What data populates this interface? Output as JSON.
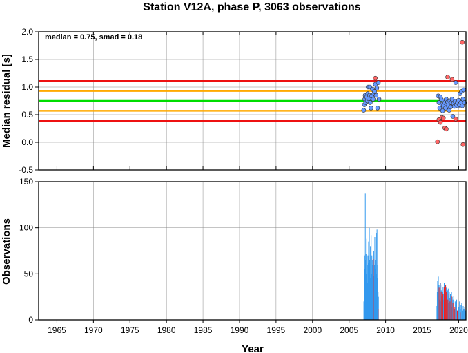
{
  "chart_data": [
    {
      "type": "scatter",
      "title": "Station V12A, phase P, 3063 observations",
      "ylabel": "Median residual [s]",
      "xlabel": "",
      "annotation": "median = 0.75, smad = 0.18",
      "xlim": [
        1962.5,
        2021.0
      ],
      "ylim": [
        -0.5,
        2.0
      ],
      "y_ticks": [
        "-0.5",
        "0.0",
        "0.5",
        "1.0",
        "1.5",
        "2.0"
      ],
      "y_tick_values": [
        -0.5,
        0.0,
        0.5,
        1.0,
        1.5,
        2.0
      ],
      "grid": true,
      "reference_lines": [
        {
          "value": 0.75,
          "color": "#00dd00"
        },
        {
          "value": 0.93,
          "color": "#ffaa00"
        },
        {
          "value": 0.57,
          "color": "#ffaa00"
        },
        {
          "value": 1.11,
          "color": "#ee1111"
        },
        {
          "value": 0.39,
          "color": "#ee1111"
        }
      ],
      "series": [
        {
          "color": "#6699ff",
          "points": [
            [
              2007.0,
              0.58
            ],
            [
              2007.1,
              0.68
            ],
            [
              2007.15,
              0.78
            ],
            [
              2007.2,
              0.85
            ],
            [
              2007.3,
              0.72
            ],
            [
              2007.4,
              0.82
            ],
            [
              2007.5,
              0.75
            ],
            [
              2007.55,
              0.88
            ],
            [
              2007.6,
              1.0
            ],
            [
              2007.7,
              0.79
            ],
            [
              2007.8,
              0.85
            ],
            [
              2007.85,
              1.0
            ],
            [
              2007.9,
              0.72
            ],
            [
              2008.0,
              0.62
            ],
            [
              2008.1,
              0.84
            ],
            [
              2008.2,
              0.96
            ],
            [
              2008.3,
              0.78
            ],
            [
              2008.4,
              0.88
            ],
            [
              2008.5,
              0.92
            ],
            [
              2008.6,
              1.05
            ],
            [
              2008.7,
              0.85
            ],
            [
              2008.8,
              0.98
            ],
            [
              2008.9,
              0.62
            ],
            [
              2009.0,
              1.08
            ],
            [
              2009.1,
              0.78
            ],
            [
              2017.2,
              0.84
            ],
            [
              2017.3,
              0.72
            ],
            [
              2017.4,
              0.62
            ],
            [
              2017.5,
              0.82
            ],
            [
              2017.6,
              0.78
            ],
            [
              2017.7,
              0.68
            ],
            [
              2017.8,
              0.57
            ],
            [
              2017.9,
              0.66
            ],
            [
              2018.0,
              0.75
            ],
            [
              2018.1,
              0.72
            ],
            [
              2018.2,
              0.62
            ],
            [
              2018.3,
              0.78
            ],
            [
              2018.4,
              0.69
            ],
            [
              2018.5,
              0.73
            ],
            [
              2018.6,
              0.66
            ],
            [
              2018.7,
              0.58
            ],
            [
              2018.8,
              0.75
            ],
            [
              2018.9,
              0.64
            ],
            [
              2019.0,
              0.72
            ],
            [
              2019.1,
              0.78
            ],
            [
              2019.2,
              0.47
            ],
            [
              2019.3,
              0.7
            ],
            [
              2019.4,
              0.65
            ],
            [
              2019.5,
              0.74
            ],
            [
              2019.6,
              1.08
            ],
            [
              2019.7,
              0.68
            ],
            [
              2019.8,
              0.72
            ],
            [
              2019.9,
              0.66
            ],
            [
              2020.0,
              0.76
            ],
            [
              2020.1,
              0.68
            ],
            [
              2020.2,
              0.88
            ],
            [
              2020.3,
              0.72
            ],
            [
              2020.4,
              0.92
            ],
            [
              2020.5,
              0.66
            ],
            [
              2020.6,
              0.78
            ],
            [
              2020.7,
              0.95
            ],
            [
              2020.8,
              0.72
            ]
          ]
        },
        {
          "color": "#ff6666",
          "points": [
            [
              2008.6,
              1.16
            ],
            [
              2017.1,
              0.01
            ],
            [
              2017.3,
              0.41
            ],
            [
              2017.5,
              0.36
            ],
            [
              2017.7,
              0.45
            ],
            [
              2017.9,
              0.44
            ],
            [
              2018.1,
              0.26
            ],
            [
              2018.3,
              0.24
            ],
            [
              2018.5,
              1.18
            ],
            [
              2019.1,
              1.14
            ],
            [
              2020.6,
              -0.04
            ],
            [
              2020.5,
              1.81
            ],
            [
              2019.6,
              0.42
            ]
          ]
        }
      ]
    },
    {
      "type": "bar",
      "ylabel": "Observations",
      "xlabel": "Year",
      "xlim": [
        1962.5,
        2021.0
      ],
      "ylim": [
        0,
        150
      ],
      "y_ticks": [
        "0",
        "50",
        "100",
        "150"
      ],
      "y_tick_values": [
        0,
        50,
        100,
        150
      ],
      "x_ticks": [
        "1965",
        "1970",
        "1975",
        "1980",
        "1985",
        "1990",
        "1995",
        "2000",
        "2005",
        "2010",
        "2015",
        "2020"
      ],
      "x_tick_values": [
        1965,
        1970,
        1975,
        1980,
        1985,
        1990,
        1995,
        2000,
        2005,
        2010,
        2015,
        2020
      ],
      "grid": true,
      "series": [
        {
          "color": "#3399ee",
          "bars": [
            [
              2007.0,
              20
            ],
            [
              2007.05,
              60
            ],
            [
              2007.1,
              70
            ],
            [
              2007.15,
              55
            ],
            [
              2007.2,
              137
            ],
            [
              2007.25,
              65
            ],
            [
              2007.3,
              72
            ],
            [
              2007.35,
              50
            ],
            [
              2007.4,
              88
            ],
            [
              2007.45,
              60
            ],
            [
              2007.5,
              40
            ],
            [
              2007.55,
              70
            ],
            [
              2007.6,
              62
            ],
            [
              2007.65,
              85
            ],
            [
              2007.7,
              55
            ],
            [
              2007.75,
              100
            ],
            [
              2007.8,
              65
            ],
            [
              2007.85,
              45
            ],
            [
              2007.9,
              80
            ],
            [
              2007.95,
              60
            ],
            [
              2008.0,
              92
            ],
            [
              2008.05,
              50
            ],
            [
              2008.1,
              70
            ],
            [
              2008.15,
              60
            ],
            [
              2008.2,
              65
            ],
            [
              2008.25,
              40
            ],
            [
              2008.3,
              55
            ],
            [
              2008.35,
              75
            ],
            [
              2008.4,
              48
            ],
            [
              2008.45,
              60
            ],
            [
              2008.5,
              90
            ],
            [
              2008.55,
              55
            ],
            [
              2008.6,
              65
            ],
            [
              2008.65,
              35
            ],
            [
              2008.7,
              94
            ],
            [
              2008.75,
              50
            ],
            [
              2008.8,
              98
            ],
            [
              2008.85,
              45
            ],
            [
              2008.9,
              60
            ],
            [
              2008.95,
              30
            ],
            [
              2009.0,
              25
            ],
            [
              2017.0,
              15
            ],
            [
              2017.05,
              30
            ],
            [
              2017.1,
              42
            ],
            [
              2017.15,
              25
            ],
            [
              2017.2,
              47
            ],
            [
              2017.25,
              30
            ],
            [
              2017.3,
              38
            ],
            [
              2017.35,
              22
            ],
            [
              2017.4,
              35
            ],
            [
              2017.45,
              28
            ],
            [
              2017.5,
              40
            ],
            [
              2017.55,
              20
            ],
            [
              2017.6,
              32
            ],
            [
              2017.65,
              26
            ],
            [
              2017.7,
              38
            ],
            [
              2017.75,
              18
            ],
            [
              2017.8,
              30
            ],
            [
              2017.85,
              36
            ],
            [
              2017.9,
              22
            ],
            [
              2017.95,
              28
            ],
            [
              2018.0,
              40
            ],
            [
              2018.05,
              25
            ],
            [
              2018.1,
              33
            ],
            [
              2018.15,
              38
            ],
            [
              2018.2,
              20
            ],
            [
              2018.25,
              30
            ],
            [
              2018.3,
              35
            ],
            [
              2018.35,
              15
            ],
            [
              2018.4,
              28
            ],
            [
              2018.45,
              32
            ],
            [
              2018.5,
              22
            ],
            [
              2018.55,
              34
            ],
            [
              2018.6,
              18
            ],
            [
              2018.65,
              26
            ],
            [
              2018.7,
              30
            ],
            [
              2018.75,
              24
            ],
            [
              2018.8,
              20
            ],
            [
              2018.85,
              28
            ],
            [
              2018.9,
              16
            ],
            [
              2018.95,
              22
            ],
            [
              2019.0,
              30
            ],
            [
              2019.05,
              14
            ],
            [
              2019.1,
              25
            ],
            [
              2019.15,
              18
            ],
            [
              2019.2,
              22
            ],
            [
              2019.3,
              26
            ],
            [
              2019.4,
              12
            ],
            [
              2019.5,
              20
            ],
            [
              2019.6,
              16
            ],
            [
              2019.7,
              22
            ],
            [
              2019.8,
              10
            ],
            [
              2019.9,
              18
            ],
            [
              2020.0,
              14
            ],
            [
              2020.1,
              20
            ],
            [
              2020.2,
              12
            ],
            [
              2020.3,
              16
            ],
            [
              2020.4,
              18
            ],
            [
              2020.5,
              10
            ],
            [
              2020.6,
              15
            ],
            [
              2020.7,
              12
            ],
            [
              2020.8,
              14
            ],
            [
              2020.9,
              10
            ]
          ]
        },
        {
          "color": "#ee2222",
          "bars": [
            [
              2008.3,
              66
            ],
            [
              2008.95,
              12
            ],
            [
              2017.3,
              35
            ],
            [
              2017.45,
              40
            ],
            [
              2017.6,
              30
            ],
            [
              2017.8,
              28
            ],
            [
              2018.0,
              36
            ],
            [
              2018.1,
              25
            ],
            [
              2018.2,
              38
            ],
            [
              2018.3,
              30
            ],
            [
              2018.5,
              22
            ],
            [
              2018.65,
              28
            ],
            [
              2018.8,
              20
            ],
            [
              2019.0,
              26
            ],
            [
              2019.2,
              18
            ],
            [
              2019.45,
              14
            ],
            [
              2019.8,
              10
            ],
            [
              2020.2,
              8
            ]
          ]
        }
      ]
    }
  ]
}
